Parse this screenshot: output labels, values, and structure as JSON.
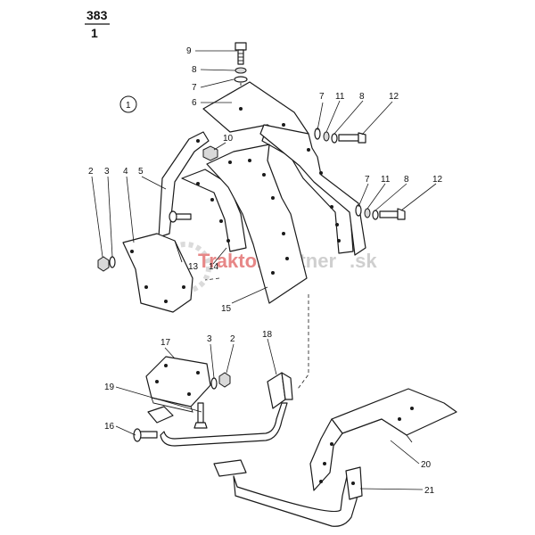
{
  "header": {
    "page_number": "383",
    "sub_number": "1"
  },
  "group_marker": "1",
  "watermark": {
    "text_a": "Traktor",
    "text_b": "Partner",
    "text_c": ".sk",
    "color_a": "#e06060",
    "color_b": "#c8c8c8"
  },
  "labels": {
    "l9": "9",
    "l8a": "8",
    "l7a": "7",
    "l6": "6",
    "l7b": "7",
    "l11a": "11",
    "l8b": "8",
    "l12a": "12",
    "l10": "10",
    "l7c": "7",
    "l11b": "11",
    "l8c": "8",
    "l12b": "12",
    "l2a": "2",
    "l3a": "3",
    "l4": "4",
    "l5": "5",
    "l13": "13",
    "l14": "14",
    "l15": "15",
    "l17": "17",
    "l3b": "3",
    "l2b": "2",
    "l18": "18",
    "l19": "19",
    "l16": "16",
    "l20": "20",
    "l21": "21"
  }
}
